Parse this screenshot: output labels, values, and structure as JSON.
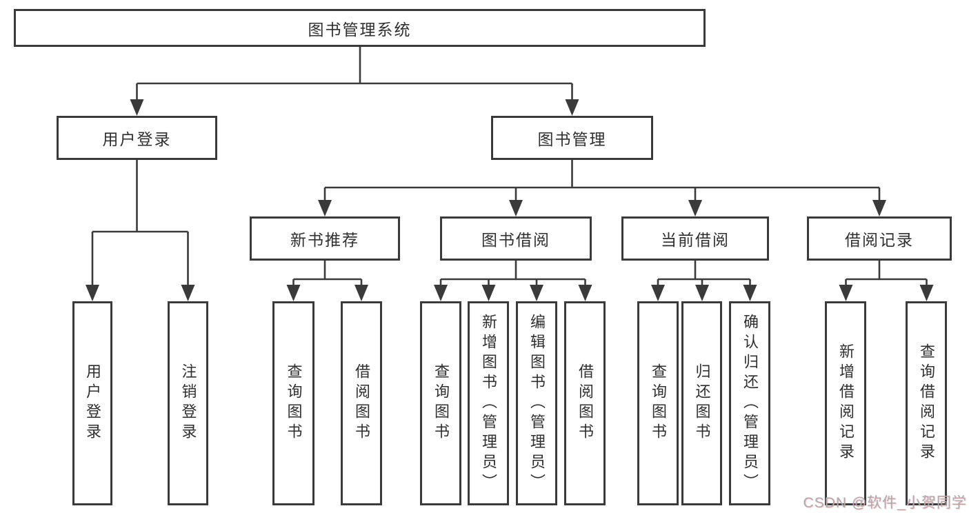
{
  "diagram": {
    "title": "图书管理系统",
    "type": "hierarchy-tree",
    "colors": {
      "line": "#3a3a3a",
      "box_border": "#3a3a3a",
      "box_fill": "#ffffff",
      "text": "#2f2f2f",
      "watermark": "#b3a9aa"
    },
    "nodes": {
      "root": {
        "label": "图书管理系统"
      },
      "user_login": {
        "label": "用户登录"
      },
      "book_management": {
        "label": "图书管理"
      },
      "login": {
        "label": "用户登录"
      },
      "logout": {
        "label": "注销登录"
      },
      "new_book_recommend": {
        "label": "新书推荐"
      },
      "book_borrow": {
        "label": "图书借阅"
      },
      "current_borrow": {
        "label": "当前借阅"
      },
      "borrow_records": {
        "label": "借阅记录"
      },
      "query_book_1": {
        "label": "查询图书"
      },
      "borrow_book_1": {
        "label": "借阅图书"
      },
      "query_book_2": {
        "label": "查询图书"
      },
      "add_book": {
        "label": "新增图书（管理员）"
      },
      "edit_book": {
        "label": "编辑图书（管理员）"
      },
      "borrow_book_2": {
        "label": "借阅图书"
      },
      "query_book_3": {
        "label": "查询图书"
      },
      "return_book": {
        "label": "归还图书"
      },
      "confirm_return": {
        "label": "确认归还（管理员）"
      },
      "add_borrow_record": {
        "label": "新增借阅记录"
      },
      "query_borrow_record": {
        "label": "查询借阅记录"
      }
    },
    "edges": [
      [
        "root",
        "user_login"
      ],
      [
        "root",
        "book_management"
      ],
      [
        "user_login",
        "login"
      ],
      [
        "user_login",
        "logout"
      ],
      [
        "book_management",
        "new_book_recommend"
      ],
      [
        "book_management",
        "book_borrow"
      ],
      [
        "book_management",
        "current_borrow"
      ],
      [
        "book_management",
        "borrow_records"
      ],
      [
        "new_book_recommend",
        "query_book_1"
      ],
      [
        "new_book_recommend",
        "borrow_book_1"
      ],
      [
        "book_borrow",
        "query_book_2"
      ],
      [
        "book_borrow",
        "add_book"
      ],
      [
        "book_borrow",
        "edit_book"
      ],
      [
        "book_borrow",
        "borrow_book_2"
      ],
      [
        "current_borrow",
        "query_book_3"
      ],
      [
        "current_borrow",
        "return_book"
      ],
      [
        "current_borrow",
        "confirm_return"
      ],
      [
        "borrow_records",
        "add_borrow_record"
      ],
      [
        "borrow_records",
        "query_borrow_record"
      ]
    ]
  },
  "watermark": {
    "text": "CSDN @软件_小贺同学"
  }
}
